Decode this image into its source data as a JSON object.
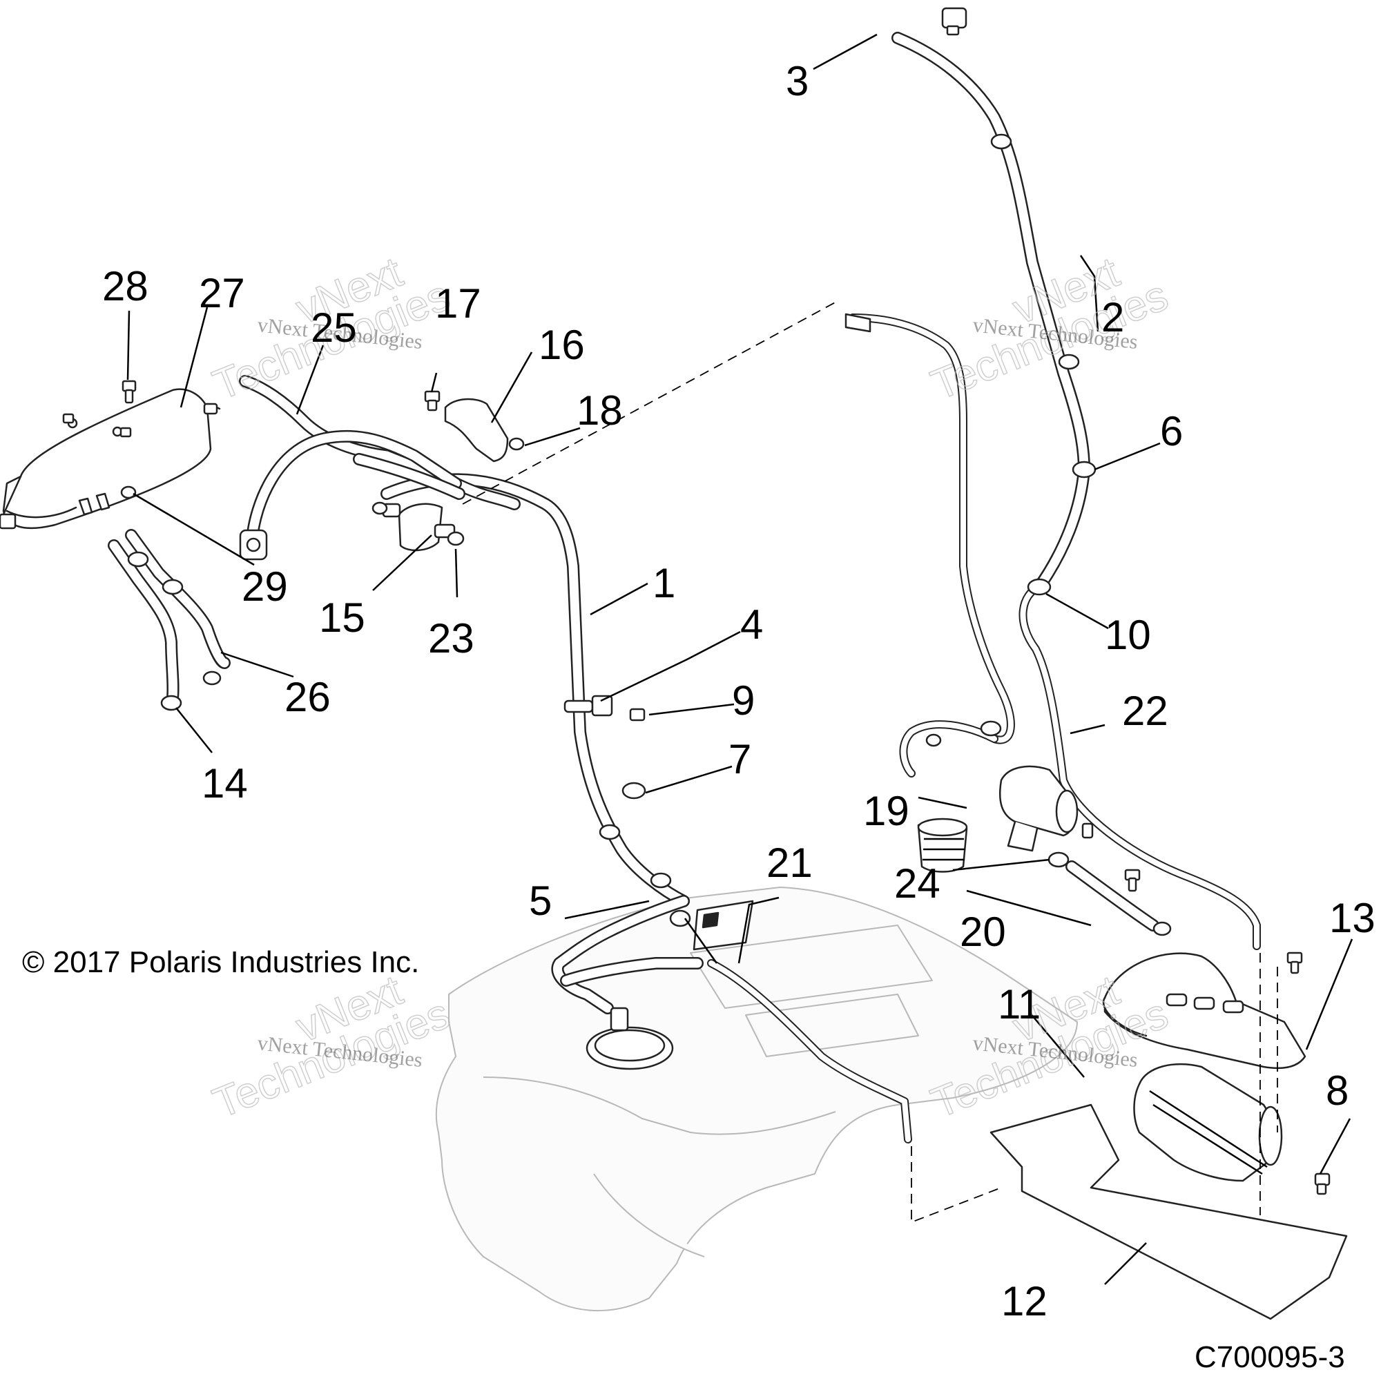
{
  "diagram": {
    "callouts": [
      {
        "label": "1"
      },
      {
        "label": "2"
      },
      {
        "label": "3"
      },
      {
        "label": "4"
      },
      {
        "label": "5"
      },
      {
        "label": "6"
      },
      {
        "label": "7"
      },
      {
        "label": "8"
      },
      {
        "label": "9"
      },
      {
        "label": "10"
      },
      {
        "label": "11"
      },
      {
        "label": "12"
      },
      {
        "label": "13"
      },
      {
        "label": "14"
      },
      {
        "label": "15"
      },
      {
        "label": "16"
      },
      {
        "label": "17"
      },
      {
        "label": "18"
      },
      {
        "label": "19"
      },
      {
        "label": "20"
      },
      {
        "label": "21"
      },
      {
        "label": "22"
      },
      {
        "label": "23"
      },
      {
        "label": "24"
      },
      {
        "label": "25"
      },
      {
        "label": "26"
      },
      {
        "label": "27"
      },
      {
        "label": "28"
      },
      {
        "label": "29"
      }
    ],
    "copyright": "© 2017 Polaris Industries Inc.",
    "figure_id": "C700095-3",
    "watermark": {
      "small": "vNext Technologies",
      "large_top": "vNext",
      "large_bottom": "Technologies"
    }
  }
}
